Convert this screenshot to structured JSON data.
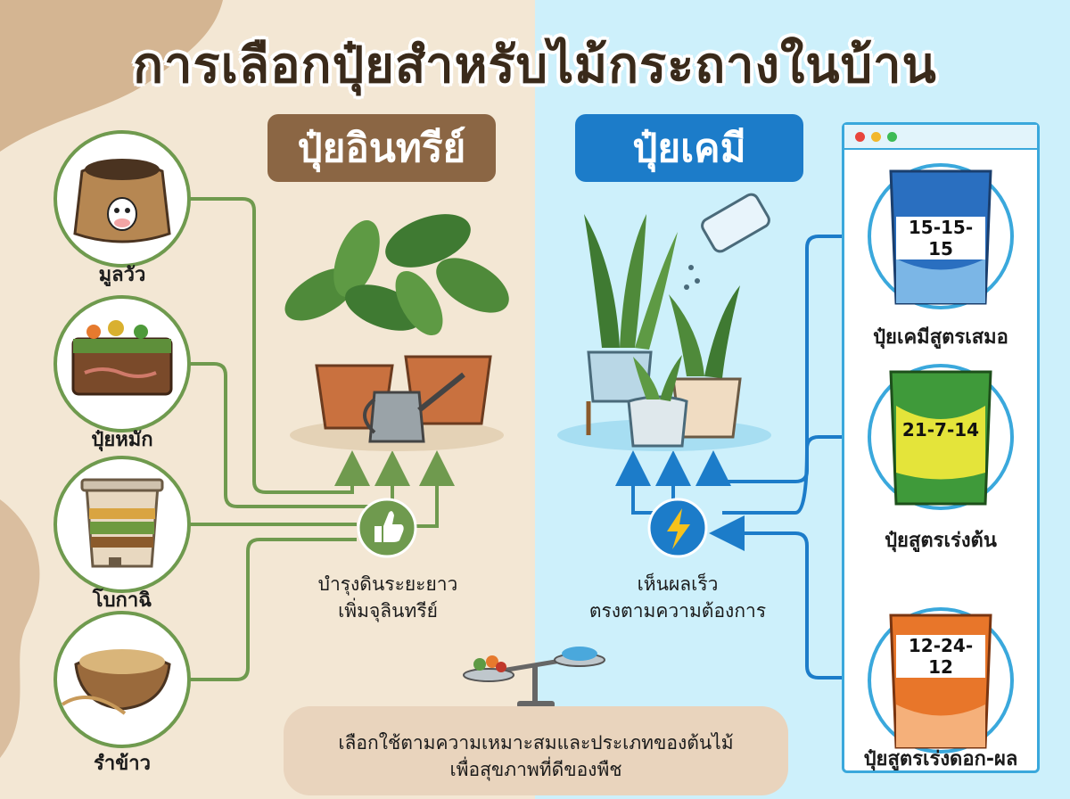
{
  "title": "การเลือกปุ๋ยสำหรับไม้กระถางในบ้าน",
  "organic": {
    "heading": "ปุ๋ยอินทรีย์",
    "items": [
      "มูลวัว",
      "ปุ๋ยหมัก",
      "โบกาฉิ",
      "รำข้าว"
    ],
    "benefit_line1": "บำรุงดินระยะยาว",
    "benefit_line2": "เพิ่มจุลินทรีย์"
  },
  "chemical": {
    "heading": "ปุ๋ยเคมี",
    "benefit_line1": "เห็นผลเร็ว",
    "benefit_line2": "ตรงตามความต้องการ",
    "products": [
      {
        "formula": "15-15-15",
        "name": "ปุ๋ยเคมีสูตรเสมอ"
      },
      {
        "formula": "21-7-14",
        "name": "ปุ๋ยสูตรเร่งต้น"
      },
      {
        "formula": "12-24-12",
        "name": "ปุ๋ยสูตรเร่งดอก-ผล"
      }
    ]
  },
  "footer": {
    "line1": "เลือกใช้ตามความเหมาะสมและประเภทของต้นไม้",
    "line2": "เพื่อสุขภาพที่ดีของพืช"
  },
  "colors": {
    "organic_accent": "#6f9a4e",
    "organic_banner": "#8b6644",
    "chemical_accent": "#1c7cc9",
    "window_border": "#3aa8dc"
  },
  "icons": [
    "thumbs-up-icon",
    "lightning-icon",
    "balance-scale-icon",
    "cow-icon",
    "watering-can-icon"
  ]
}
